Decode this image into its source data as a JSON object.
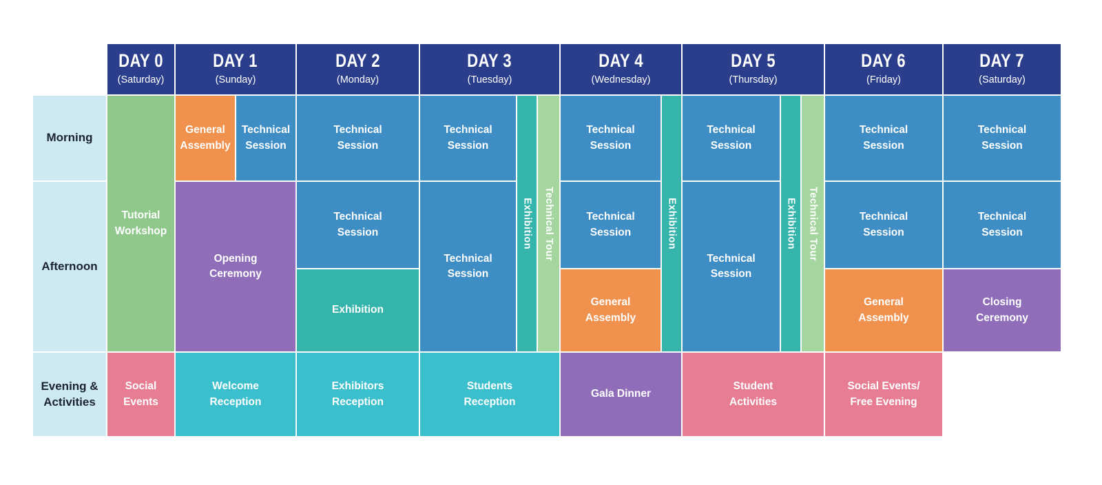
{
  "schedule": {
    "days": [
      {
        "name": "DAY 0",
        "weekday": "(Saturday)"
      },
      {
        "name": "DAY 1",
        "weekday": "(Sunday)"
      },
      {
        "name": "DAY 2",
        "weekday": "(Monday)"
      },
      {
        "name": "DAY 3",
        "weekday": "(Tuesday)"
      },
      {
        "name": "DAY 4",
        "weekday": "(Wednesday)"
      },
      {
        "name": "DAY 5",
        "weekday": "(Thursday)"
      },
      {
        "name": "DAY 6",
        "weekday": "(Friday)"
      },
      {
        "name": "DAY 7",
        "weekday": "(Saturday)"
      }
    ],
    "rows": [
      {
        "label": "Morning"
      },
      {
        "label": "Afternoon"
      },
      {
        "label": "Evening &\nActivities"
      }
    ],
    "events": {
      "d0_workshop": {
        "label": "Tutorial\nWorkshop",
        "day": "DAY 0",
        "time": "Morning + Afternoon"
      },
      "d0_social": {
        "label": "Social\nEvents",
        "day": "DAY 0",
        "time": "Evening & Activities"
      },
      "d1_assembly": {
        "label": "General\nAssembly",
        "day": "DAY 1",
        "time": "Morning"
      },
      "d1_session_am": {
        "label": "Technical\nSession",
        "day": "DAY 1",
        "time": "Morning"
      },
      "d1_opening": {
        "label": "Opening\nCeremony",
        "day": "DAY 1",
        "time": "Afternoon"
      },
      "d1_welcome": {
        "label": "Welcome\nReception",
        "day": "DAY 1",
        "time": "Evening & Activities"
      },
      "d2_session_am": {
        "label": "Technical\nSession",
        "day": "DAY 2",
        "time": "Morning"
      },
      "d2_session_pm": {
        "label": "Technical\nSession",
        "day": "DAY 2",
        "time": "Afternoon"
      },
      "d2_exhibition": {
        "label": "Exhibition",
        "day": "DAY 2",
        "time": "Afternoon"
      },
      "d2_exhibitors": {
        "label": "Exhibitors\nReception",
        "day": "DAY 2",
        "time": "Evening & Activities"
      },
      "d3_session_am": {
        "label": "Technical\nSession",
        "day": "DAY 3",
        "time": "Morning"
      },
      "d3_session_pm": {
        "label": "Technical\nSession",
        "day": "DAY 3",
        "time": "Afternoon"
      },
      "d3_exhibition": {
        "label": "Exhibition",
        "day": "DAY 3",
        "time": "All day strip"
      },
      "d3_tour": {
        "label": "Technical Tour",
        "day": "DAY 3",
        "time": "All day strip"
      },
      "d3_students": {
        "label": "Students\nReception",
        "day": "DAY 3",
        "time": "Evening & Activities"
      },
      "d4_session_am": {
        "label": "Technical\nSession",
        "day": "DAY 4",
        "time": "Morning"
      },
      "d4_session_pm": {
        "label": "Technical\nSession",
        "day": "DAY 4",
        "time": "Afternoon"
      },
      "d4_assembly": {
        "label": "General\nAssembly",
        "day": "DAY 4",
        "time": "Afternoon"
      },
      "d4_exhibition": {
        "label": "Exhibition",
        "day": "DAY 4",
        "time": "All day strip"
      },
      "d4_gala": {
        "label": "Gala Dinner",
        "day": "DAY 4",
        "time": "Evening & Activities"
      },
      "d5_session_am": {
        "label": "Technical\nSession",
        "day": "DAY 5",
        "time": "Morning"
      },
      "d5_session_pm": {
        "label": "Technical\nSession",
        "day": "DAY 5",
        "time": "Afternoon"
      },
      "d5_exhibition": {
        "label": "Exhibition",
        "day": "DAY 5",
        "time": "All day strip"
      },
      "d5_tour": {
        "label": "Technical Tour",
        "day": "DAY 5",
        "time": "All day strip"
      },
      "d5_students": {
        "label": "Student\nActivities",
        "day": "DAY 5",
        "time": "Evening & Activities"
      },
      "d6_session_am": {
        "label": "Technical\nSession",
        "day": "DAY 6",
        "time": "Morning"
      },
      "d6_session_pm": {
        "label": "Technical\nSession",
        "day": "DAY 6",
        "time": "Afternoon"
      },
      "d6_assembly": {
        "label": "General\nAssembly",
        "day": "DAY 6",
        "time": "Afternoon"
      },
      "d6_social": {
        "label": "Social Events/\nFree Evening",
        "day": "DAY 6",
        "time": "Evening & Activities"
      },
      "d7_session_am": {
        "label": "Technical\nSession",
        "day": "DAY 7",
        "time": "Morning"
      },
      "d7_session_pm": {
        "label": "Technical\nSession",
        "day": "DAY 7",
        "time": "Afternoon"
      },
      "d7_closing": {
        "label": "Closing\nCeremony",
        "day": "DAY 7",
        "time": "Afternoon"
      }
    },
    "colors": {
      "header_navy": "#2a3e8c",
      "row_label_blue": "#cde9f2",
      "technical_session_blue": "#3e8ec5",
      "general_assembly_orange": "#f0914e",
      "ceremony_purple": "#8f6db9",
      "exhibition_teal": "#34b4ab",
      "reception_cyan": "#3cbfcc",
      "social_pink": "#e77d92",
      "tutorial_workshop_green": "#90c88c",
      "technical_tour_green": "#a6d6a0"
    }
  }
}
